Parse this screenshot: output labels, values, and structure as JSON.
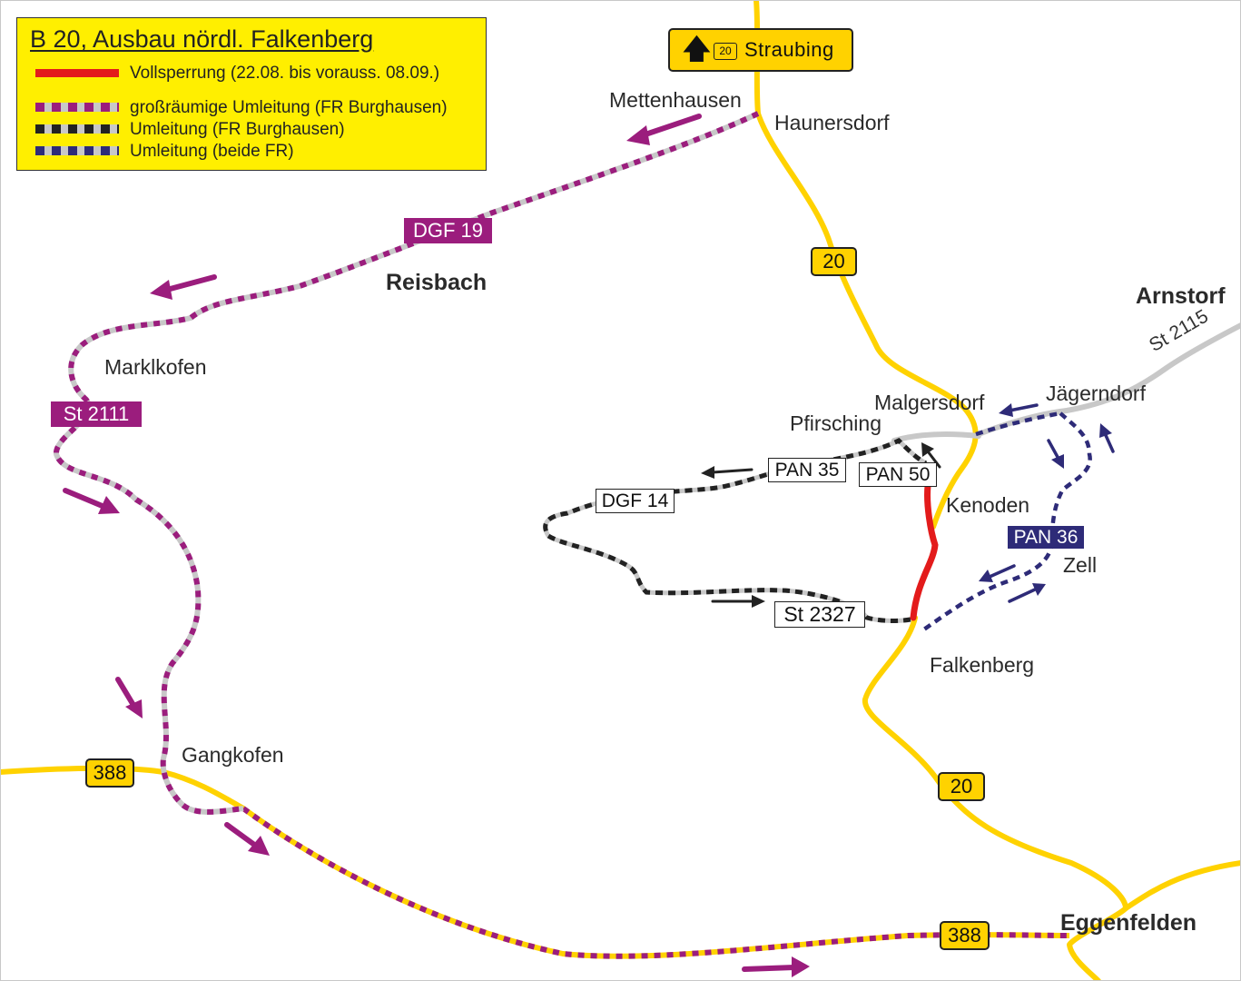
{
  "legend": {
    "title": "B 20, Ausbau nördl. Falkenberg",
    "items": [
      {
        "label": "Vollsperrung (22.08. bis vorauss. 08.09.)",
        "style": "solid",
        "color": "#e31b1b"
      },
      {
        "label": "großräumige Umleitung (FR Burghausen)",
        "style": "dashed",
        "color": "#9b1d7d"
      },
      {
        "label": "Umleitung (FR Burghausen)",
        "style": "dashed",
        "color": "#222222"
      },
      {
        "label": "Umleitung (beide FR)",
        "style": "dashed",
        "color": "#2e2b78"
      }
    ]
  },
  "direction_sign": {
    "route": "20",
    "destination": "Straubing",
    "arrow": "up-arrow-icon"
  },
  "places": {
    "mettenhausen": "Mettenhausen",
    "haunersdorf": "Haunersdorf",
    "reisbach": "Reisbach",
    "marklkofen": "Marklkofen",
    "arnstorf": "Arnstorf",
    "malgersdorf": "Malgersdorf",
    "jaegerndorf": "Jägerndorf",
    "pfirsching": "Pfirsching",
    "kenoden": "Kenoden",
    "zell": "Zell",
    "falkenberg": "Falkenberg",
    "gangkofen": "Gangkofen",
    "eggenfelden": "Eggenfelden"
  },
  "road_labels": {
    "dgf19": "DGF 19",
    "st2111": "St 2111",
    "b20_north": "20",
    "b20_south": "20",
    "b388_west": "388",
    "b388_east": "388",
    "st2115": "St 2115",
    "pan35": "PAN 35",
    "pan50": "PAN 50",
    "dgf14": "DGF 14",
    "pan36": "PAN 36",
    "st2327": "St 2327"
  },
  "colors": {
    "federal_road": "#ffd200",
    "state_road": "#c8c8c8",
    "closure": "#e31b1b",
    "detour_large": "#9b1d7d",
    "detour_local": "#222222",
    "detour_both": "#2e2b78"
  }
}
